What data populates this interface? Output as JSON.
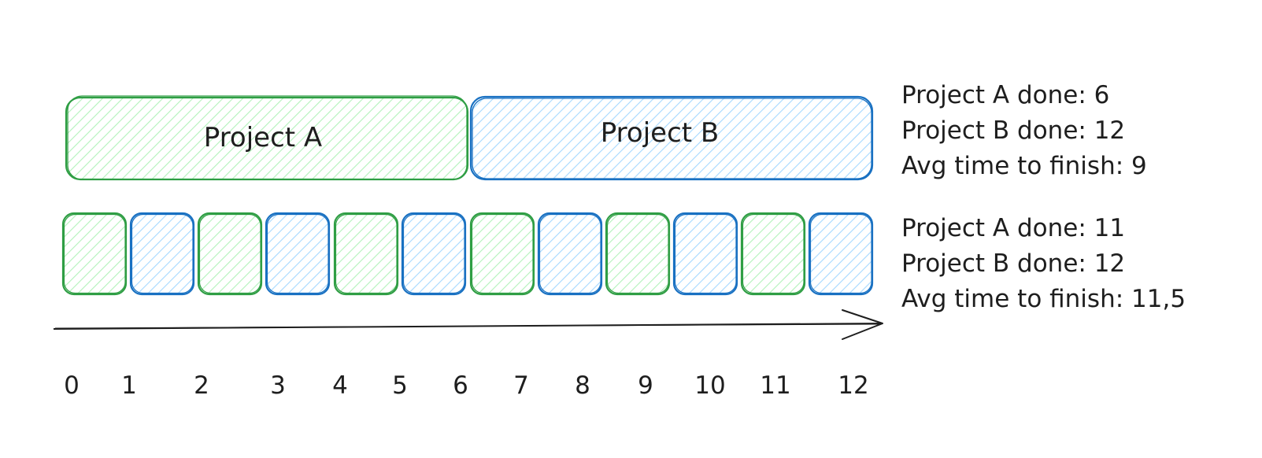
{
  "colors": {
    "project_a_stroke": "#2f9e44",
    "project_a_fill": "#b2f2bb",
    "project_b_stroke": "#1971c2",
    "project_b_fill": "#a5d8ff",
    "ink": "#1e1e1e"
  },
  "sequential": {
    "blocks": [
      {
        "project": "A",
        "label": "Project A"
      },
      {
        "project": "B",
        "label": "Project B"
      }
    ],
    "stats": [
      "Project A done: 6",
      "Project B done: 12",
      "Avg time to finish: 9"
    ]
  },
  "interleaved": {
    "pattern": [
      "A",
      "B",
      "A",
      "B",
      "A",
      "B",
      "A",
      "B",
      "A",
      "B",
      "A",
      "B"
    ],
    "stats": [
      "Project A done: 11",
      "Project B done: 12",
      "Avg time to finish: 11,5"
    ]
  },
  "axis": {
    "ticks": [
      "0",
      "1",
      "2",
      "3",
      "4",
      "5",
      "6",
      "7",
      "8",
      "9",
      "10",
      "11",
      "12"
    ]
  }
}
